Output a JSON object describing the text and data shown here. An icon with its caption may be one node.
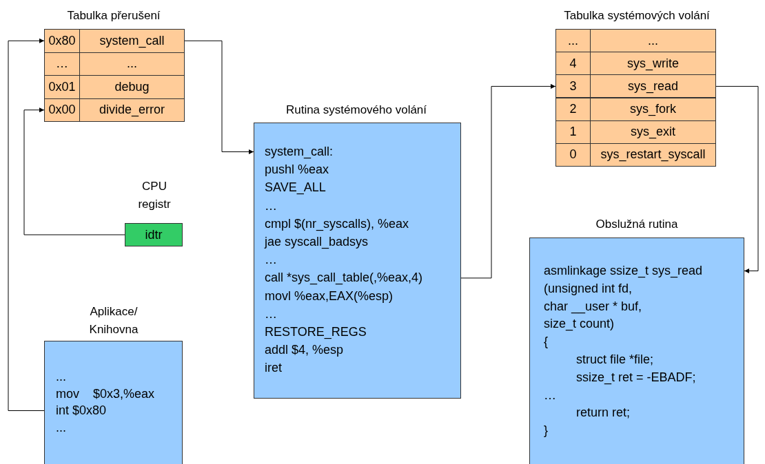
{
  "diagram": {
    "nodes": [
      {
        "text": [
          "Tabulka přerušení"
        ]
      },
      {
        "text": [
          "0x80",
          "system_call"
        ],
        "in": 0
      },
      {
        "text": [
          "…",
          "..."
        ],
        "in": 0
      },
      {
        "text": [
          "0x01",
          "debug"
        ],
        "in": 0
      },
      {
        "text": [
          "0x00",
          "divide_error"
        ],
        "in": 0
      },
      {
        "text": [
          "Tabulka systémových volání"
        ]
      },
      {
        "text": [
          "...",
          "..."
        ],
        "in": 5
      },
      {
        "text": [
          "4",
          "sys_write"
        ],
        "in": 5
      },
      {
        "text": [
          "3",
          "sys_read"
        ],
        "in": 5
      },
      {
        "text": [
          "2",
          "sys_fork"
        ],
        "in": 5
      },
      {
        "text": [
          "1",
          "sys_exit"
        ],
        "in": 5
      },
      {
        "text": [
          "0",
          "sys_restart_syscall"
        ],
        "in": 5
      },
      {
        "text": [
          "Rutina systémového volání",
          "system_call:",
          "pushl %eax",
          "SAVE_ALL",
          "…",
          "cmpl $(nr_syscalls), %eax",
          "jae syscall_badsys",
          "…",
          "call *sys_call_table(,%eax,4)",
          "movl %eax,EAX(%esp)",
          "…",
          "RESTORE_REGS",
          "addl $4, %esp",
          "iret"
        ]
      },
      {
        "text": [
          "CPU registr",
          "idtr"
        ]
      },
      {
        "text": [
          "Obslužná rutina",
          "asmlinkage ssize_t sys_read",
          "(unsigned int fd,",
          "char __user * buf,",
          "size_t count)",
          "{",
          "struct file *file;",
          "ssize_t ret = -EBADF;",
          "…",
          "return ret;",
          "}"
        ]
      },
      {
        "text": [
          "Aplikace/ Knihovna",
          "...",
          "mov    $0x3,%eax",
          "int $0x80",
          "..."
        ]
      }
    ],
    "edges": [
      {
        "from": 15,
        "to": 1,
        "arrow": "to"
      },
      {
        "from": 13,
        "to": 4,
        "arrow": "to"
      },
      {
        "from": 1,
        "to": 12,
        "arrow": "to"
      },
      {
        "from": 12,
        "to": 8,
        "arrow": "to"
      },
      {
        "from": 8,
        "to": 14,
        "arrow": "to"
      }
    ]
  }
}
